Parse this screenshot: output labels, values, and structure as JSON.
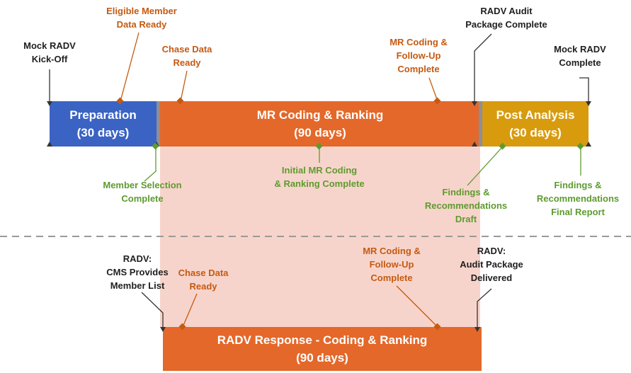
{
  "colors": {
    "preparation": "#3b63c4",
    "coding": "#e4682a",
    "post": "#d89b0e",
    "shade": "#f7d4cb",
    "label_dark": "#1f1f1f",
    "label_orange": "#c55a11",
    "label_green": "#5e9b2f"
  },
  "phases": {
    "preparation": {
      "line1": "Preparation",
      "line2": "(30 days)"
    },
    "coding": {
      "line1": "MR Coding & Ranking",
      "line2": "(90 days)"
    },
    "post": {
      "line1": "Post Analysis",
      "line2": "(30 days)"
    },
    "radv": {
      "line1": "RADV Response - Coding & Ranking",
      "line2": "(90 days)"
    }
  },
  "milestones_top": {
    "kickoff": {
      "l1": "Mock RADV",
      "l2": "Kick-Off"
    },
    "eligible": {
      "l1": "Eligible Member",
      "l2": "Data Ready"
    },
    "chase": {
      "l1": "Chase Data",
      "l2": "Ready"
    },
    "followup": {
      "l1": "MR Coding &",
      "l2": "Follow-Up",
      "l3": "Complete"
    },
    "audit_package": {
      "l1": "RADV Audit",
      "l2": "Package Complete"
    },
    "mock_complete": {
      "l1": "Mock RADV",
      "l2": "Complete"
    }
  },
  "milestones_bottom": {
    "member_selection": {
      "l1": "Member Selection",
      "l2": "Complete"
    },
    "initial_coding": {
      "l1": "Initial MR Coding",
      "l2": "& Ranking Complete"
    },
    "findings_draft": {
      "l1": "Findings &",
      "l2": "Recommendations",
      "l3": "Draft"
    },
    "findings_final": {
      "l1": "Findings &",
      "l2": "Recommendations",
      "l3": "Final Report"
    }
  },
  "radv_milestones": {
    "member_list": {
      "l1": "RADV:",
      "l2": "CMS Provides",
      "l3": "Member List"
    },
    "chase": {
      "l1": "Chase Data",
      "l2": "Ready"
    },
    "followup": {
      "l1": "MR Coding &",
      "l2": "Follow-Up",
      "l3": "Complete"
    },
    "delivered": {
      "l1": "RADV:",
      "l2": "Audit Package",
      "l3": "Delivered"
    }
  }
}
